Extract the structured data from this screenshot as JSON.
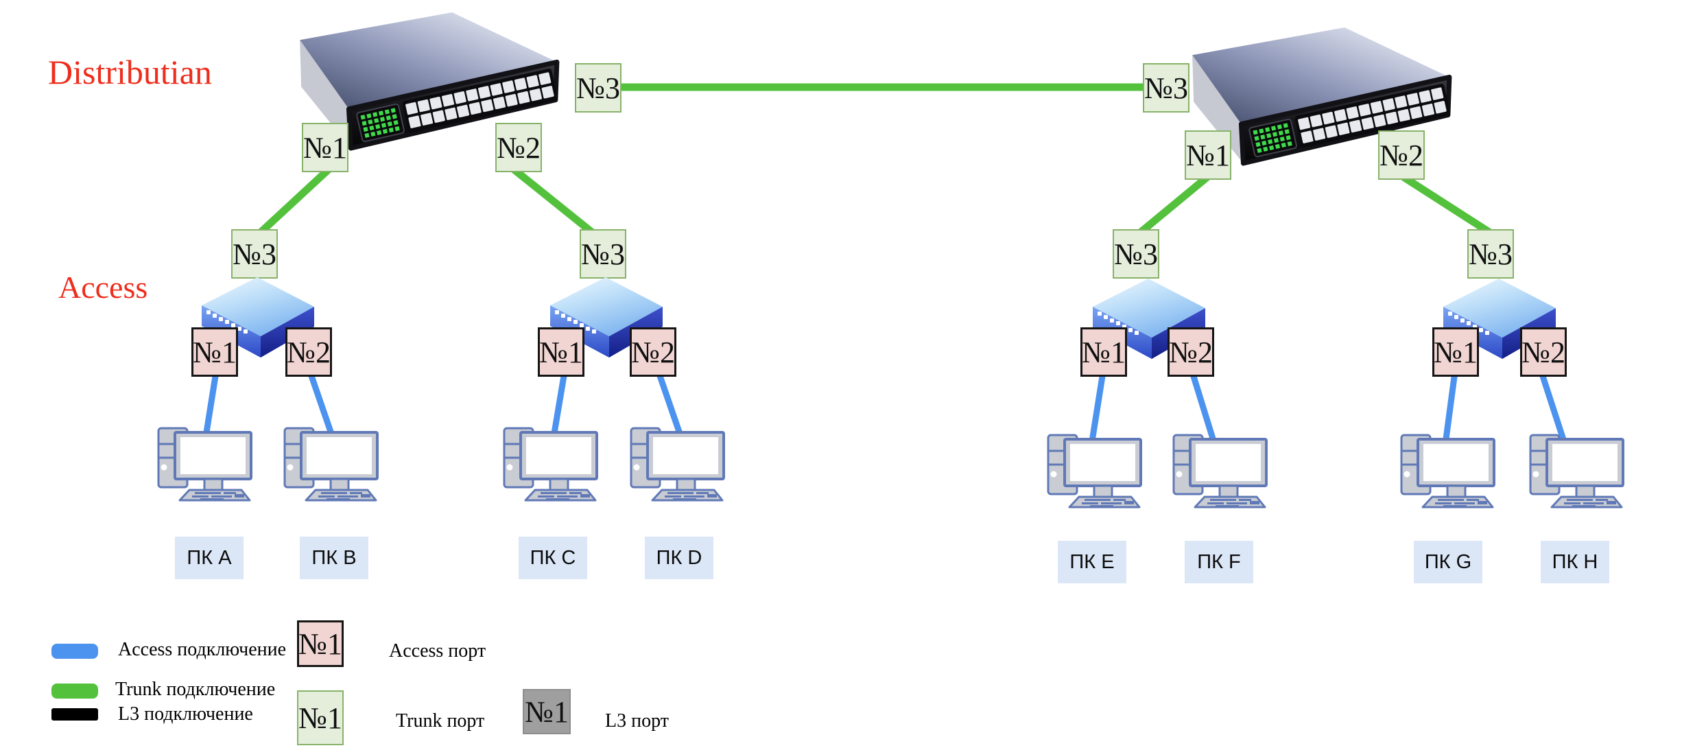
{
  "diagram": {
    "distribution_label": "Distributian",
    "access_label": "Access",
    "dist_left": {
      "p1": "№1",
      "p2": "№2",
      "p3": "№3"
    },
    "dist_right": {
      "p1": "№1",
      "p2": "№2",
      "p3": "№3"
    },
    "acc1": {
      "p1": "№1",
      "p2": "№2",
      "p3": "№3"
    },
    "acc2": {
      "p1": "№1",
      "p2": "№2",
      "p3": "№3"
    },
    "acc3": {
      "p1": "№1",
      "p2": "№2",
      "p3": "№3"
    },
    "acc4": {
      "p1": "№1",
      "p2": "№2",
      "p3": "№3"
    },
    "pcs": {
      "a": "ПК A",
      "b": "ПК B",
      "c": "ПК C",
      "d": "ПК D",
      "e": "ПК E",
      "f": "ПК F",
      "g": "ПК G",
      "h": "ПК H"
    }
  },
  "legend": {
    "access_line_label": "Access подключение",
    "trunk_line_label": "Trunk подключение",
    "l3_line_label": "L3 подключение",
    "access_port_badge": "№1",
    "access_port_label": "Access порт",
    "trunk_port_badge": "№1",
    "trunk_port_label": "Trunk порт",
    "l3_port_badge": "№1",
    "l3_port_label": "L3 порт"
  },
  "colors": {
    "access_link": "#4b93ef",
    "trunk_link": "#53c13c",
    "l3_link": "#000000",
    "trunk_port_fill": "#e4eedb",
    "trunk_port_border": "#87b269",
    "access_port_fill": "#f1d5d2",
    "access_port_border": "#151515",
    "l3_port_fill": "#9f9f9f",
    "pc_label_fill": "#dbe6f7",
    "layer_label_color": "#ee2d1c"
  }
}
